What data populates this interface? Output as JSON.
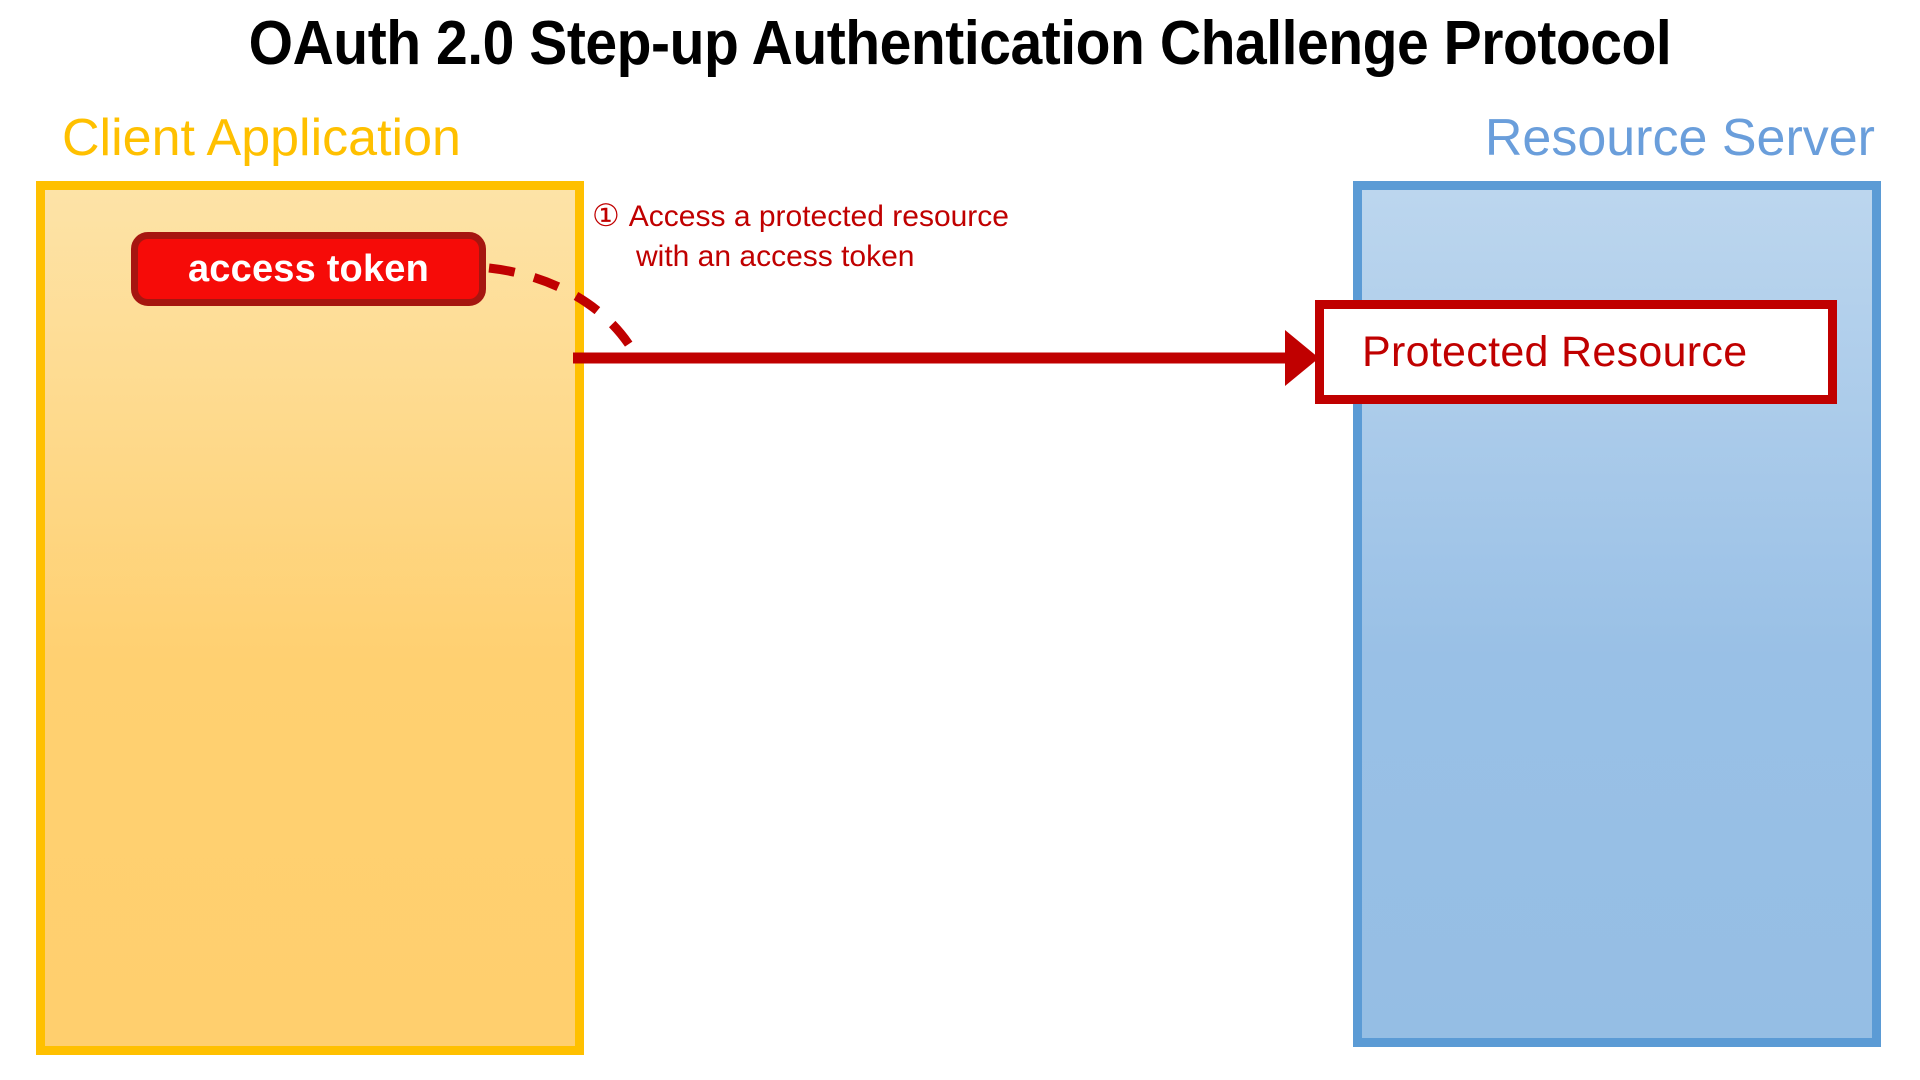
{
  "diagram": {
    "title": "OAuth 2.0 Step-up Authentication Challenge Protocol",
    "lanes": [
      {
        "id": "client",
        "label": "Client Application",
        "color": "#ffc000"
      },
      {
        "id": "resource-server",
        "label": "Resource Server",
        "color": "#6a9edb"
      }
    ],
    "client_lane": {
      "token_badge": {
        "label": "access token",
        "fill": "#f60b08",
        "border": "#a61610",
        "text_color": "#ffffff"
      }
    },
    "server_lane": {
      "protected_resource": {
        "label": "Protected Resource",
        "fill": "#ffffff",
        "border": "#c00000",
        "text_color": "#c00000"
      }
    },
    "steps": [
      {
        "number": "①",
        "line1": "Access a protected resource",
        "line2": "with an access token",
        "color": "#c00000",
        "from": "client",
        "to": "resource-server"
      }
    ],
    "colors": {
      "accent_red": "#c00000",
      "token_red": "#f60b08",
      "client_border": "#ffc000",
      "client_fill": "#ffd071",
      "server_border": "#5b9bd5",
      "server_fill": "#99c0e6",
      "title": "#000000"
    }
  }
}
